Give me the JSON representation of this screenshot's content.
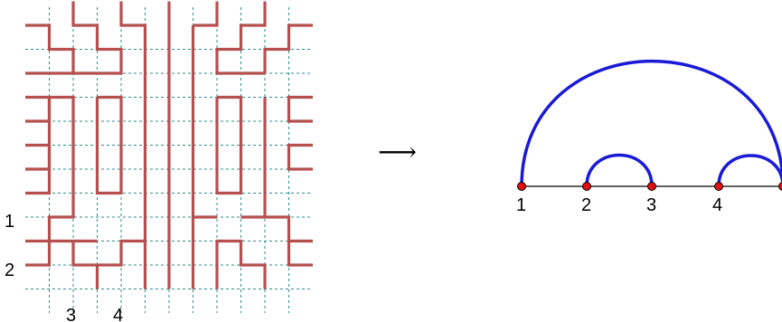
{
  "left_panel": {
    "row_labels": [
      "1",
      "2"
    ],
    "col_labels": [
      "3",
      "4"
    ],
    "colors": {
      "grid": "#2a8f8f",
      "path": "#b5504f"
    }
  },
  "arrow": "⟶",
  "right_panel": {
    "point_labels": [
      "1",
      "2",
      "3",
      "4"
    ],
    "arcs": [
      {
        "from": 1,
        "to": 5
      },
      {
        "from": 2,
        "to": 3
      },
      {
        "from": 4,
        "to": 5
      }
    ],
    "colors": {
      "arc": "#1a1ad6",
      "point": "#e01010",
      "axis": "#000000"
    }
  }
}
